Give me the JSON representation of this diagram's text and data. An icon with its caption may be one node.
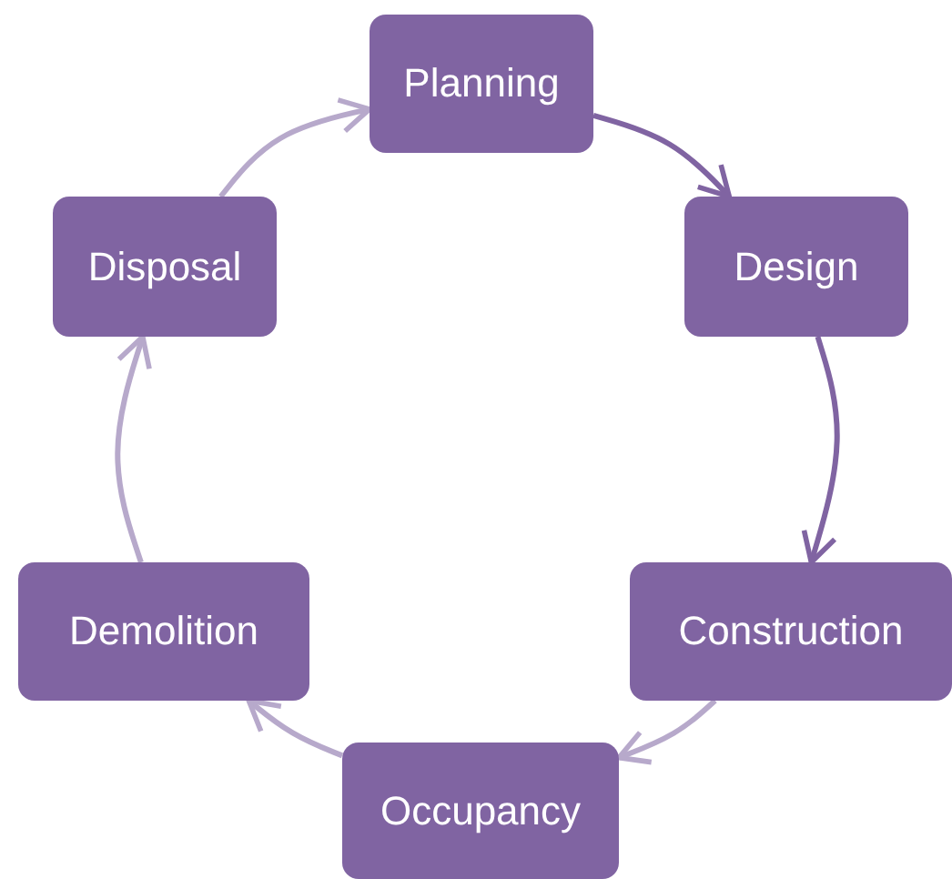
{
  "diagram": {
    "nodes": [
      {
        "text": [
          "Planning"
        ]
      },
      {
        "text": [
          "Disposal"
        ]
      },
      {
        "text": [
          "Design"
        ]
      },
      {
        "text": [
          "Demolition"
        ]
      },
      {
        "text": [
          "Construction"
        ]
      },
      {
        "text": [
          "Occupancy"
        ]
      }
    ],
    "edges": [
      {
        "from": 0,
        "to": 2,
        "arrow": "to",
        "color": "#8064a2"
      },
      {
        "from": 2,
        "to": 4,
        "arrow": "to",
        "color": "#8064a2"
      },
      {
        "from": 4,
        "to": 5,
        "arrow": "to"
      },
      {
        "from": 5,
        "to": 3,
        "arrow": "to"
      },
      {
        "from": 3,
        "to": 1,
        "arrow": "to"
      },
      {
        "from": 1,
        "to": 0,
        "arrow": "to"
      }
    ]
  }
}
